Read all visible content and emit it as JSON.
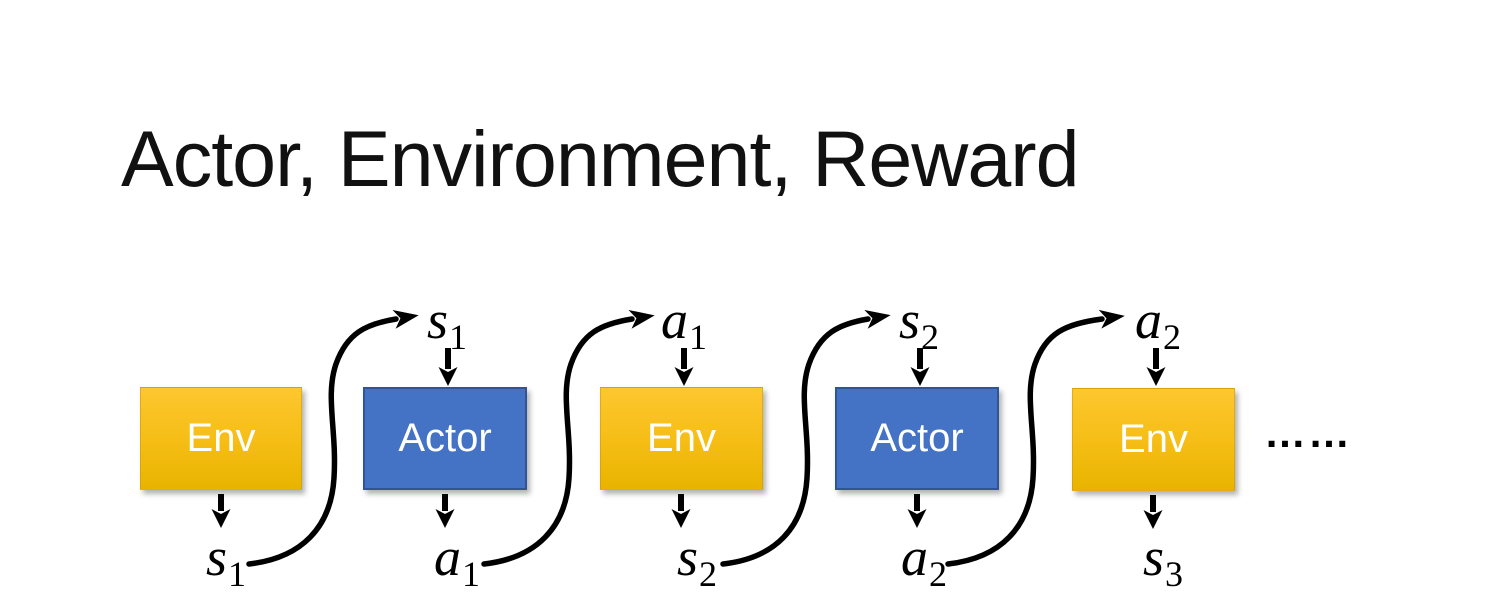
{
  "title": "Actor, Environment, Reward",
  "diagram": {
    "boxes": [
      {
        "label": "Env",
        "type": "env"
      },
      {
        "label": "Actor",
        "type": "actor"
      },
      {
        "label": "Env",
        "type": "env"
      },
      {
        "label": "Actor",
        "type": "actor"
      },
      {
        "label": "Env",
        "type": "env"
      }
    ],
    "top_labels": [
      {
        "base": "s",
        "sub": "1"
      },
      {
        "base": "a",
        "sub": "1"
      },
      {
        "base": "s",
        "sub": "2"
      },
      {
        "base": "a",
        "sub": "2"
      }
    ],
    "bottom_labels": [
      {
        "base": "s",
        "sub": "1"
      },
      {
        "base": "a",
        "sub": "1"
      },
      {
        "base": "s",
        "sub": "2"
      },
      {
        "base": "a",
        "sub": "2"
      },
      {
        "base": "s",
        "sub": "3"
      }
    ],
    "ellipsis": "……",
    "colors": {
      "env_top": "#FDC72F",
      "env_bottom": "#E9B400",
      "actor": "#4472C4",
      "actor_border": "#2F5597",
      "arrow": "#000000"
    }
  }
}
